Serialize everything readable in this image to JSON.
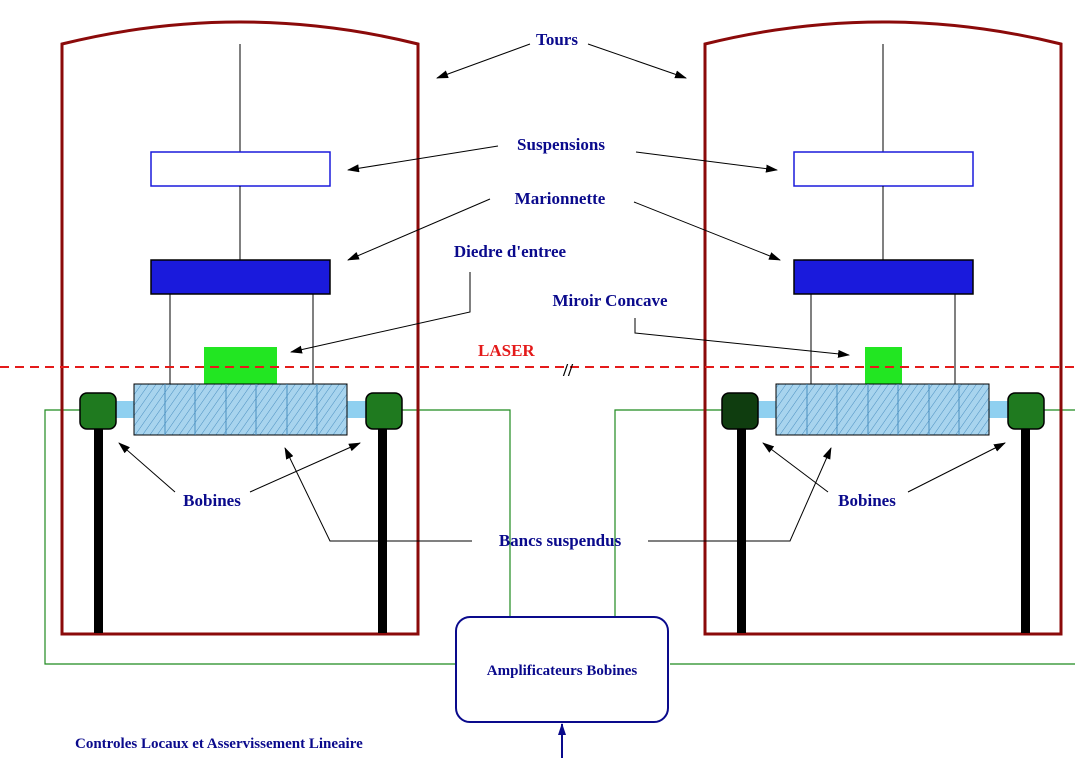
{
  "labels": {
    "tours": "Tours",
    "suspensions": "Suspensions",
    "marionnette": "Marionnette",
    "diedre": "Diedre d'entree",
    "miroir": "Miroir Concave",
    "laser": "LASER",
    "laser_break": "//",
    "bobines_left": "Bobines",
    "bobines_right": "Bobines",
    "bancs": "Bancs suspendus",
    "amplificateurs": "Amplificateurs Bobines",
    "controles": "Controles Locaux et Asservissement Lineaire"
  },
  "colors": {
    "tower": "#8b0a0a",
    "label": "#0a0a8c",
    "laser": "#e41a1a",
    "marionnette": "#1a1adc",
    "optic": "#22e622",
    "bench": "#a8d4ee",
    "coil": "#1f7a1f",
    "wire": "#1f8a1f",
    "leg": "#000000"
  }
}
